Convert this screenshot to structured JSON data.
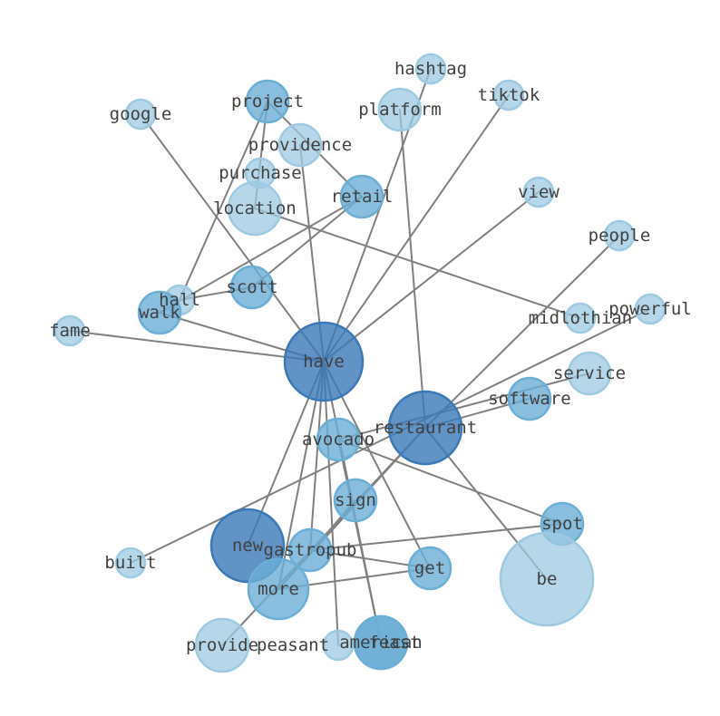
{
  "colors": {
    "edge": "#808080",
    "label": "#404040",
    "light": "#9ecae1",
    "mid": "#6baed6",
    "dark": "#3a78b8"
  },
  "nodes": [
    {
      "id": "hashtag",
      "label": "hashtag",
      "tone": "light"
    },
    {
      "id": "tiktok",
      "label": "tiktok",
      "tone": "light"
    },
    {
      "id": "google",
      "label": "google",
      "tone": "light"
    },
    {
      "id": "project",
      "label": "project",
      "tone": "mid"
    },
    {
      "id": "platform",
      "label": "platform",
      "tone": "light"
    },
    {
      "id": "providence",
      "label": "providence",
      "tone": "light"
    },
    {
      "id": "purchase",
      "label": "purchase",
      "tone": "light"
    },
    {
      "id": "retail",
      "label": "retail",
      "tone": "mid"
    },
    {
      "id": "view",
      "label": "view",
      "tone": "light"
    },
    {
      "id": "location",
      "label": "location",
      "tone": "light"
    },
    {
      "id": "people",
      "label": "people",
      "tone": "light"
    },
    {
      "id": "scott",
      "label": "scott",
      "tone": "mid"
    },
    {
      "id": "hall",
      "label": "hall",
      "tone": "light"
    },
    {
      "id": "walk",
      "label": "walk",
      "tone": "mid"
    },
    {
      "id": "powerful",
      "label": "powerful",
      "tone": "light"
    },
    {
      "id": "midlothian",
      "label": "midlothian",
      "tone": "light"
    },
    {
      "id": "fame",
      "label": "fame",
      "tone": "light"
    },
    {
      "id": "have",
      "label": "have",
      "tone": "dark"
    },
    {
      "id": "service",
      "label": "service",
      "tone": "light"
    },
    {
      "id": "software",
      "label": "software",
      "tone": "mid"
    },
    {
      "id": "restaurant",
      "label": "restaurant",
      "tone": "dark"
    },
    {
      "id": "avocado",
      "label": "avocado",
      "tone": "mid"
    },
    {
      "id": "sign",
      "label": "sign",
      "tone": "mid"
    },
    {
      "id": "spot",
      "label": "spot",
      "tone": "mid"
    },
    {
      "id": "new",
      "label": "new",
      "tone": "dark"
    },
    {
      "id": "gastropub",
      "label": "gastropub",
      "tone": "mid"
    },
    {
      "id": "built",
      "label": "built",
      "tone": "light"
    },
    {
      "id": "get",
      "label": "get",
      "tone": "mid"
    },
    {
      "id": "be",
      "label": "be",
      "tone": "light"
    },
    {
      "id": "more",
      "label": "more",
      "tone": "mid"
    },
    {
      "id": "provide",
      "label": "provide",
      "tone": "light"
    },
    {
      "id": "peasant",
      "label": "peasant",
      "tone": "light"
    },
    {
      "id": "american",
      "label": "american",
      "tone": "mid"
    },
    {
      "id": "feast",
      "label": "feast",
      "tone": "mid"
    }
  ],
  "edges": [
    [
      "have",
      "hashtag"
    ],
    [
      "have",
      "tiktok"
    ],
    [
      "have",
      "view"
    ],
    [
      "have",
      "google"
    ],
    [
      "have",
      "providence"
    ],
    [
      "have",
      "fame"
    ],
    [
      "have",
      "walk"
    ],
    [
      "have",
      "new"
    ],
    [
      "have",
      "more"
    ],
    [
      "have",
      "gastropub"
    ],
    [
      "have",
      "american"
    ],
    [
      "have",
      "peasant"
    ],
    [
      "have",
      "get"
    ],
    [
      "project",
      "hall"
    ],
    [
      "project",
      "retail"
    ],
    [
      "project",
      "location"
    ],
    [
      "retail",
      "walk"
    ],
    [
      "retail",
      "scott"
    ],
    [
      "location",
      "midlothian"
    ],
    [
      "scott",
      "hall"
    ],
    [
      "platform",
      "restaurant"
    ],
    [
      "restaurant",
      "people"
    ],
    [
      "restaurant",
      "more"
    ],
    [
      "restaurant",
      "be"
    ],
    [
      "restaurant",
      "software"
    ],
    [
      "restaurant",
      "provide"
    ],
    [
      "powerful",
      "built"
    ],
    [
      "service",
      "avocado"
    ],
    [
      "avocado",
      "american"
    ],
    [
      "avocado",
      "spot"
    ],
    [
      "spot",
      "gastropub"
    ],
    [
      "gastropub",
      "get"
    ],
    [
      "sign",
      "more"
    ],
    [
      "more",
      "get"
    ]
  ]
}
